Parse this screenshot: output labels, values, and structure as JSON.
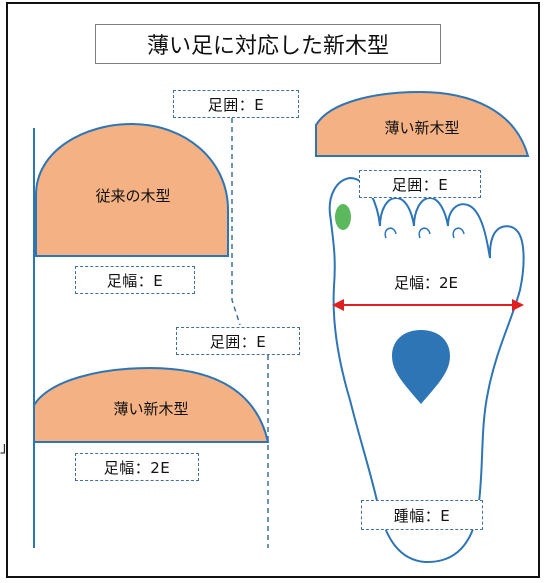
{
  "title": "薄い足に対応した新木型",
  "labels": {
    "foot_girth_top": "足囲：E",
    "conventional_last": "従来の木型",
    "foot_width_left": "足幅：E",
    "foot_girth_mid": "足囲：E",
    "thin_last_left": "薄い新木型",
    "foot_width_left_bottom": "足幅：2E",
    "thin_last_right": "薄い新木型",
    "foot_girth_right": "足囲：E",
    "foot_width_right": "足幅：2E",
    "heel_width": "踵幅：E"
  },
  "side_mark": "」",
  "colors": {
    "last_fill": "#f4b183",
    "outline": "#2e75b6",
    "dashed": "#41719c",
    "arrow": "#e02020",
    "toe_mark": "#5cb85c"
  }
}
